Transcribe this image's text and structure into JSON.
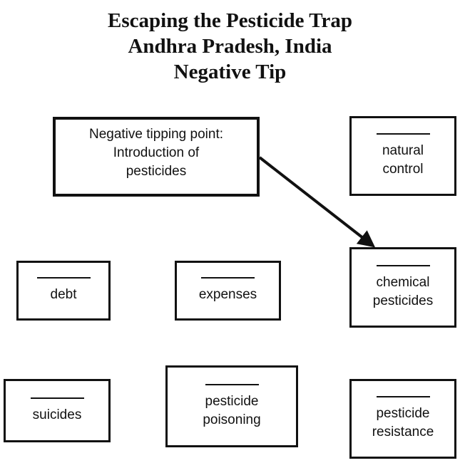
{
  "title": {
    "line1": "Escaping the Pesticide Trap",
    "line2": "Andhra Pradesh, India",
    "line3": "Negative Tip"
  },
  "tipping_box": {
    "label": "Negative tipping point:\nIntroduction of\npesticides"
  },
  "nodes": {
    "natural_control": "natural\ncontrol",
    "chemical_pesticides": "chemical\npesticides",
    "debt": "debt",
    "expenses": "expenses",
    "suicides": "suicides",
    "pesticide_poisoning": "pesticide\npoisoning",
    "pesticide_resistance": "pesticide\nresistance"
  },
  "edges": [
    {
      "from": "tipping_box",
      "to": "chemical_pesticides"
    }
  ],
  "colors": {
    "ink": "#111111",
    "background": "#ffffff"
  }
}
